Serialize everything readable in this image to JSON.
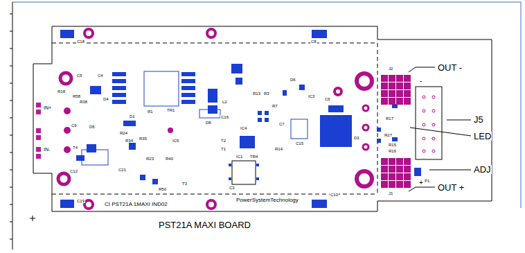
{
  "diagram": {
    "caption": "PST21A MAXI BOARD",
    "labels": [
      "OUT -",
      "J5",
      "LED",
      "ADJ",
      "OUT +",
      "IN+",
      "IN-",
      "CI PST21A 1MAXI IND02",
      "PowerSystemTechnology",
      "+",
      "-",
      "C18",
      "C8",
      "R18",
      "C5",
      "R58",
      "R38",
      "D4",
      "C4",
      "D1",
      "R1",
      "TR1",
      "C9",
      "D5",
      "R24",
      "R34",
      "R35",
      "T4",
      "C21",
      "R23",
      "R40",
      "C12",
      "IC5",
      "D8",
      "L2",
      "C16",
      "R13",
      "R3",
      "R7",
      "D6",
      "IC3",
      "C7",
      "C15",
      "D3",
      "R17",
      "R27",
      "R15",
      "R16",
      "J2",
      "J1",
      "P1",
      "T2",
      "T1",
      "T3",
      "IC4",
      "IC1",
      "TR4",
      "C3",
      "R14",
      "C19",
      "C10",
      "C6",
      "R50"
    ]
  }
}
